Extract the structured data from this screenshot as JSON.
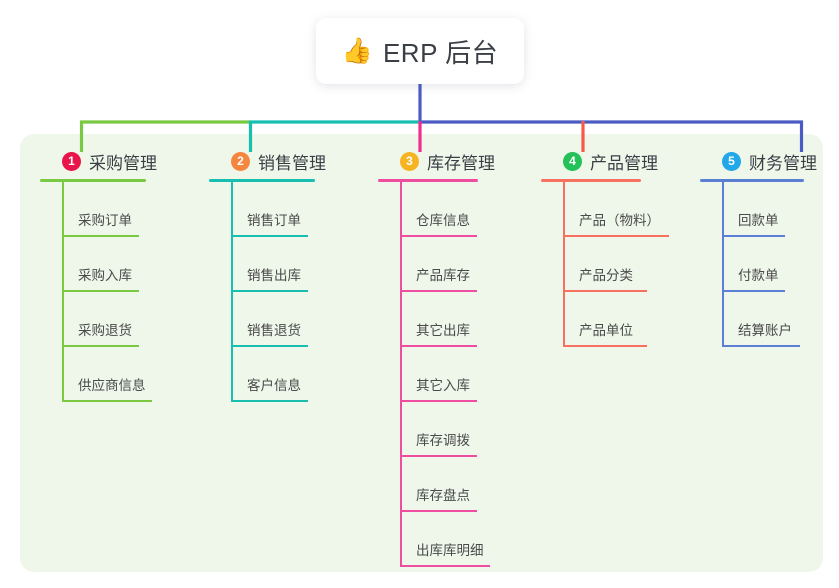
{
  "root": {
    "icon": "thumbs-up-emoji",
    "emoji": "👍",
    "title": "ERP 后台"
  },
  "palette": {
    "panel_bg": "#eff7ea",
    "page_bg": "#ffffff",
    "stem": "#4a5cc4",
    "text": "#3a3f46"
  },
  "columns": [
    {
      "number": "1",
      "title": "采购管理",
      "badge_color": "#e8154a",
      "line_color": "#7ac943",
      "drop_color": "#7ac943",
      "items": [
        {
          "label": "采购订单"
        },
        {
          "label": "采购入库"
        },
        {
          "label": "采购退货"
        },
        {
          "label": "供应商信息"
        }
      ]
    },
    {
      "number": "2",
      "title": "销售管理",
      "badge_color": "#f5863f",
      "line_color": "#18bfb0",
      "drop_color": "#18bfb0",
      "items": [
        {
          "label": "销售订单"
        },
        {
          "label": "销售出库"
        },
        {
          "label": "销售退货"
        },
        {
          "label": "客户信息"
        }
      ]
    },
    {
      "number": "3",
      "title": "库存管理",
      "badge_color": "#f7b422",
      "line_color": "#ef4da0",
      "drop_color": "#ef2d8e",
      "items": [
        {
          "label": "仓库信息"
        },
        {
          "label": "产品库存"
        },
        {
          "label": "其它出库"
        },
        {
          "label": "其它入库"
        },
        {
          "label": "库存调拨"
        },
        {
          "label": "库存盘点"
        },
        {
          "label": "出库库明细"
        }
      ]
    },
    {
      "number": "4",
      "title": "产品管理",
      "badge_color": "#24c159",
      "line_color": "#f87060",
      "drop_color": "#f85a4a",
      "items": [
        {
          "label": "产品（物料）"
        },
        {
          "label": "产品分类"
        },
        {
          "label": "产品单位"
        }
      ]
    },
    {
      "number": "5",
      "title": "财务管理",
      "badge_color": "#22a8e8",
      "line_color": "#5b7fd4",
      "drop_color": "#4a5cc4",
      "items": [
        {
          "label": "回款单"
        },
        {
          "label": "付款单"
        },
        {
          "label": "结算账户"
        }
      ]
    }
  ]
}
